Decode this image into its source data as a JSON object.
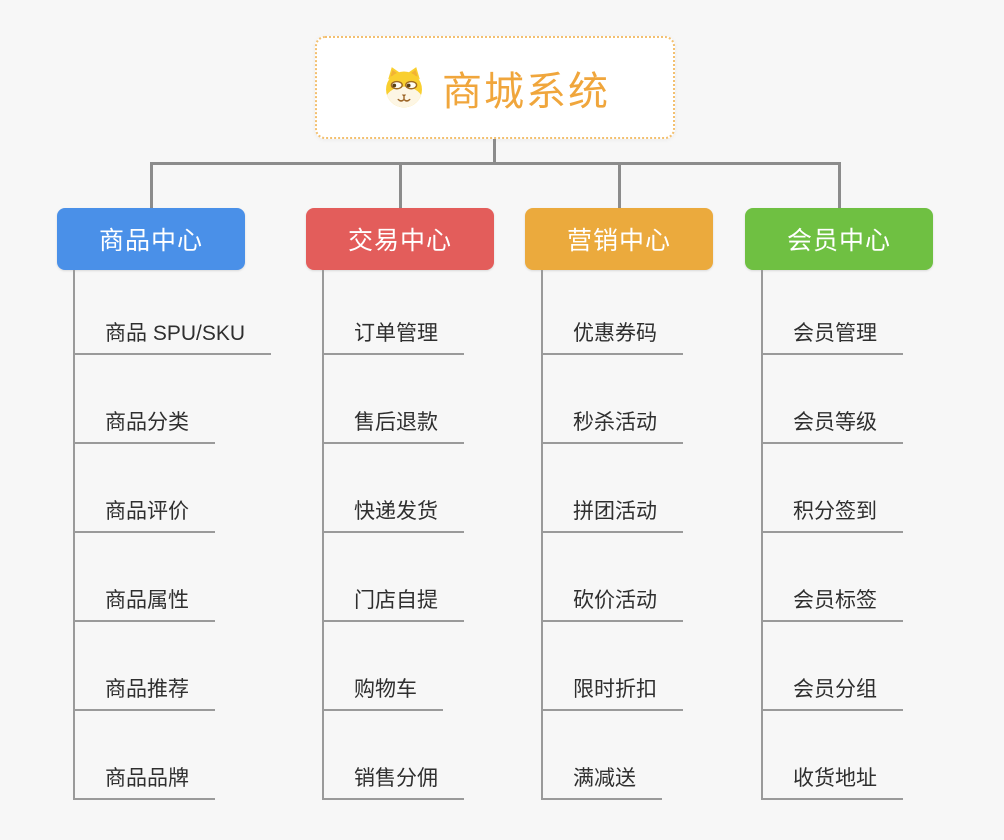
{
  "page": {
    "background": "#f7f7f7",
    "connector_color": "#8c8c8c",
    "child_line_color": "#9a9a9a",
    "child_text_color": "#2f2f2f"
  },
  "root": {
    "title": "商城系统",
    "title_color": "#f0a63c",
    "border_color": "#f3c070",
    "icon": "dog-face-icon"
  },
  "branches": [
    {
      "label": "商品中心",
      "color": "#4a90e8",
      "items": [
        "商品 SPU/SKU",
        "商品分类",
        "商品评价",
        "商品属性",
        "商品推荐",
        "商品品牌"
      ]
    },
    {
      "label": "交易中心",
      "color": "#e35d5b",
      "items": [
        "订单管理",
        "售后退款",
        "快递发货",
        "门店自提",
        "购物车",
        "销售分佣"
      ]
    },
    {
      "label": "营销中心",
      "color": "#ebaa3d",
      "items": [
        "优惠券码",
        "秒杀活动",
        "拼团活动",
        "砍价活动",
        "限时折扣",
        "满减送"
      ]
    },
    {
      "label": "会员中心",
      "color": "#6fc042",
      "items": [
        "会员管理",
        "会员等级",
        "积分签到",
        "会员标签",
        "会员分组",
        "收货地址"
      ]
    }
  ]
}
